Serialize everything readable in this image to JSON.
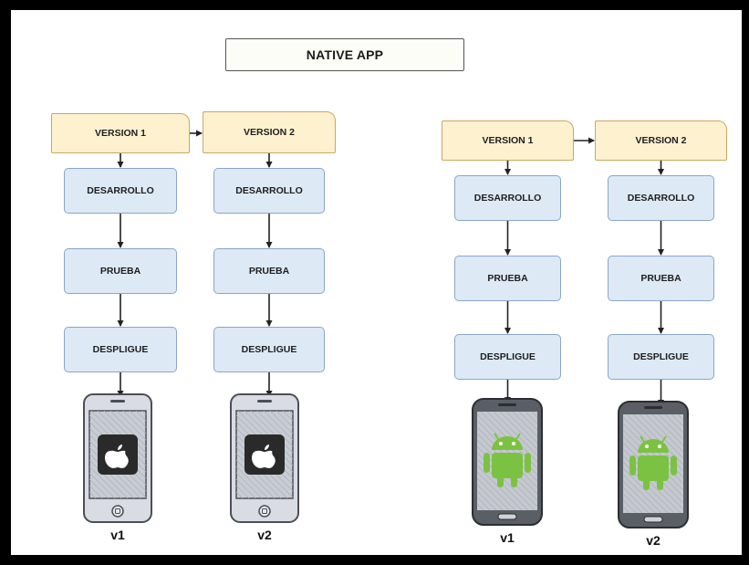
{
  "title": "NATIVE APP",
  "groups": [
    {
      "platform": "ios",
      "versions": [
        {
          "header": "VERSION 1",
          "steps": [
            "DESARROLLO",
            "PRUEBA",
            "DESPLIGUE"
          ],
          "device_label": "v1"
        },
        {
          "header": "VERSION 2",
          "steps": [
            "DESARROLLO",
            "PRUEBA",
            "DESPLIGUE"
          ],
          "device_label": "v2"
        }
      ]
    },
    {
      "platform": "android",
      "versions": [
        {
          "header": "VERSION 1",
          "steps": [
            "DESARROLLO",
            "PRUEBA",
            "DESPLIGUE"
          ],
          "device_label": "v1"
        },
        {
          "header": "VERSION 2",
          "steps": [
            "DESARROLLO",
            "PRUEBA",
            "DESPLIGUE"
          ],
          "device_label": "v2"
        }
      ]
    }
  ],
  "icons": {
    "ios_device": "iphone-icon",
    "ios_logo": "apple-logo-icon",
    "android_device": "android-phone-icon",
    "android_logo": "android-robot-icon"
  },
  "colors": {
    "version_fill": "#fdf1cf",
    "version_border": "#c9a865",
    "step_fill": "#dde9f5",
    "step_border": "#8aa6c7",
    "android_green": "#7cc242",
    "frame": "#000000"
  }
}
